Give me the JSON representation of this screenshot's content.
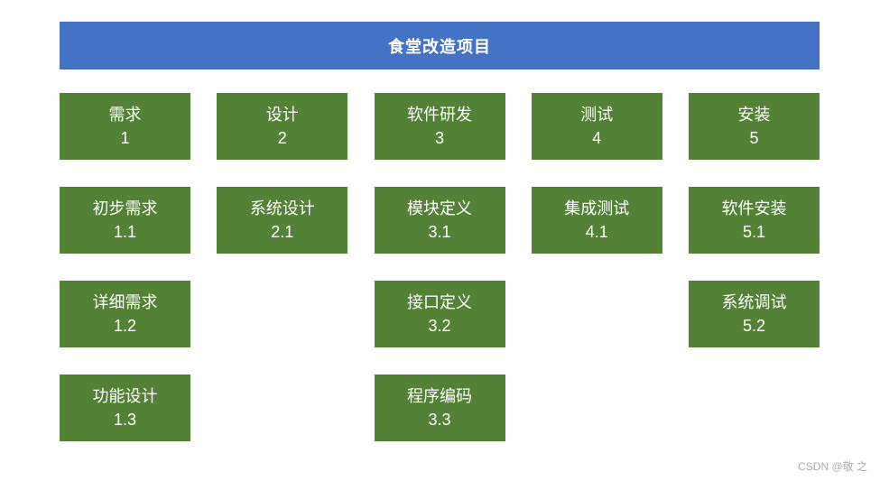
{
  "header": {
    "title": "食堂改造项目"
  },
  "wbs": {
    "branches": [
      {
        "label": "需求",
        "code": "1",
        "children": [
          {
            "label": "初步需求",
            "code": "1.1"
          },
          {
            "label": "详细需求",
            "code": "1.2"
          },
          {
            "label": "功能设计",
            "code": "1.3"
          }
        ]
      },
      {
        "label": "设计",
        "code": "2",
        "children": [
          {
            "label": "系统设计",
            "code": "2.1"
          }
        ]
      },
      {
        "label": "软件研发",
        "code": "3",
        "children": [
          {
            "label": "模块定义",
            "code": "3.1"
          },
          {
            "label": "接口定义",
            "code": "3.2"
          },
          {
            "label": "程序编码",
            "code": "3.3"
          }
        ]
      },
      {
        "label": "测试",
        "code": "4",
        "children": [
          {
            "label": "集成测试",
            "code": "4.1"
          }
        ]
      },
      {
        "label": "安装",
        "code": "5",
        "children": [
          {
            "label": "软件安装",
            "code": "5.1"
          },
          {
            "label": "系统调试",
            "code": "5.2"
          }
        ]
      }
    ]
  },
  "colors": {
    "header_bg": "#4472C4",
    "node_bg": "#538135",
    "node_text": "#FFFFFF",
    "watermark_text": "#ABABAB"
  },
  "watermark": "CSDN @敬 之"
}
